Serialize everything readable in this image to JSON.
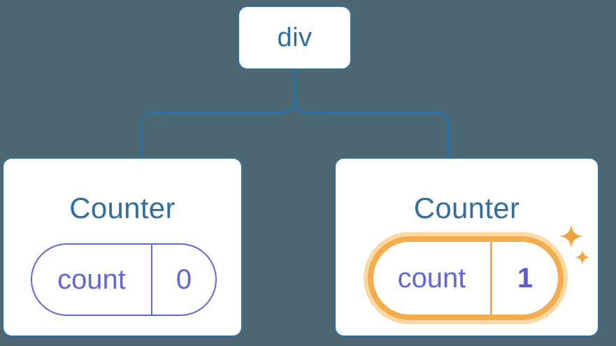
{
  "colors": {
    "background": "#4C6771",
    "line": "#2E71A0",
    "text_blue": "#316E9E",
    "purple": "#6366D8",
    "purple_bold": "#575CD6",
    "orange": "#F5AC4C",
    "orange_halo": "#FBD9A4",
    "sparkle": "#F0A53E",
    "card_bg": "#FFFFFF"
  },
  "tree": {
    "root": {
      "label": "div"
    },
    "children": [
      {
        "title": "Counter",
        "state": {
          "key": "count",
          "value": "0"
        },
        "highlighted": false
      },
      {
        "title": "Counter",
        "state": {
          "key": "count",
          "value": "1"
        },
        "highlighted": true,
        "icon": "sparkles-icon"
      }
    ]
  }
}
